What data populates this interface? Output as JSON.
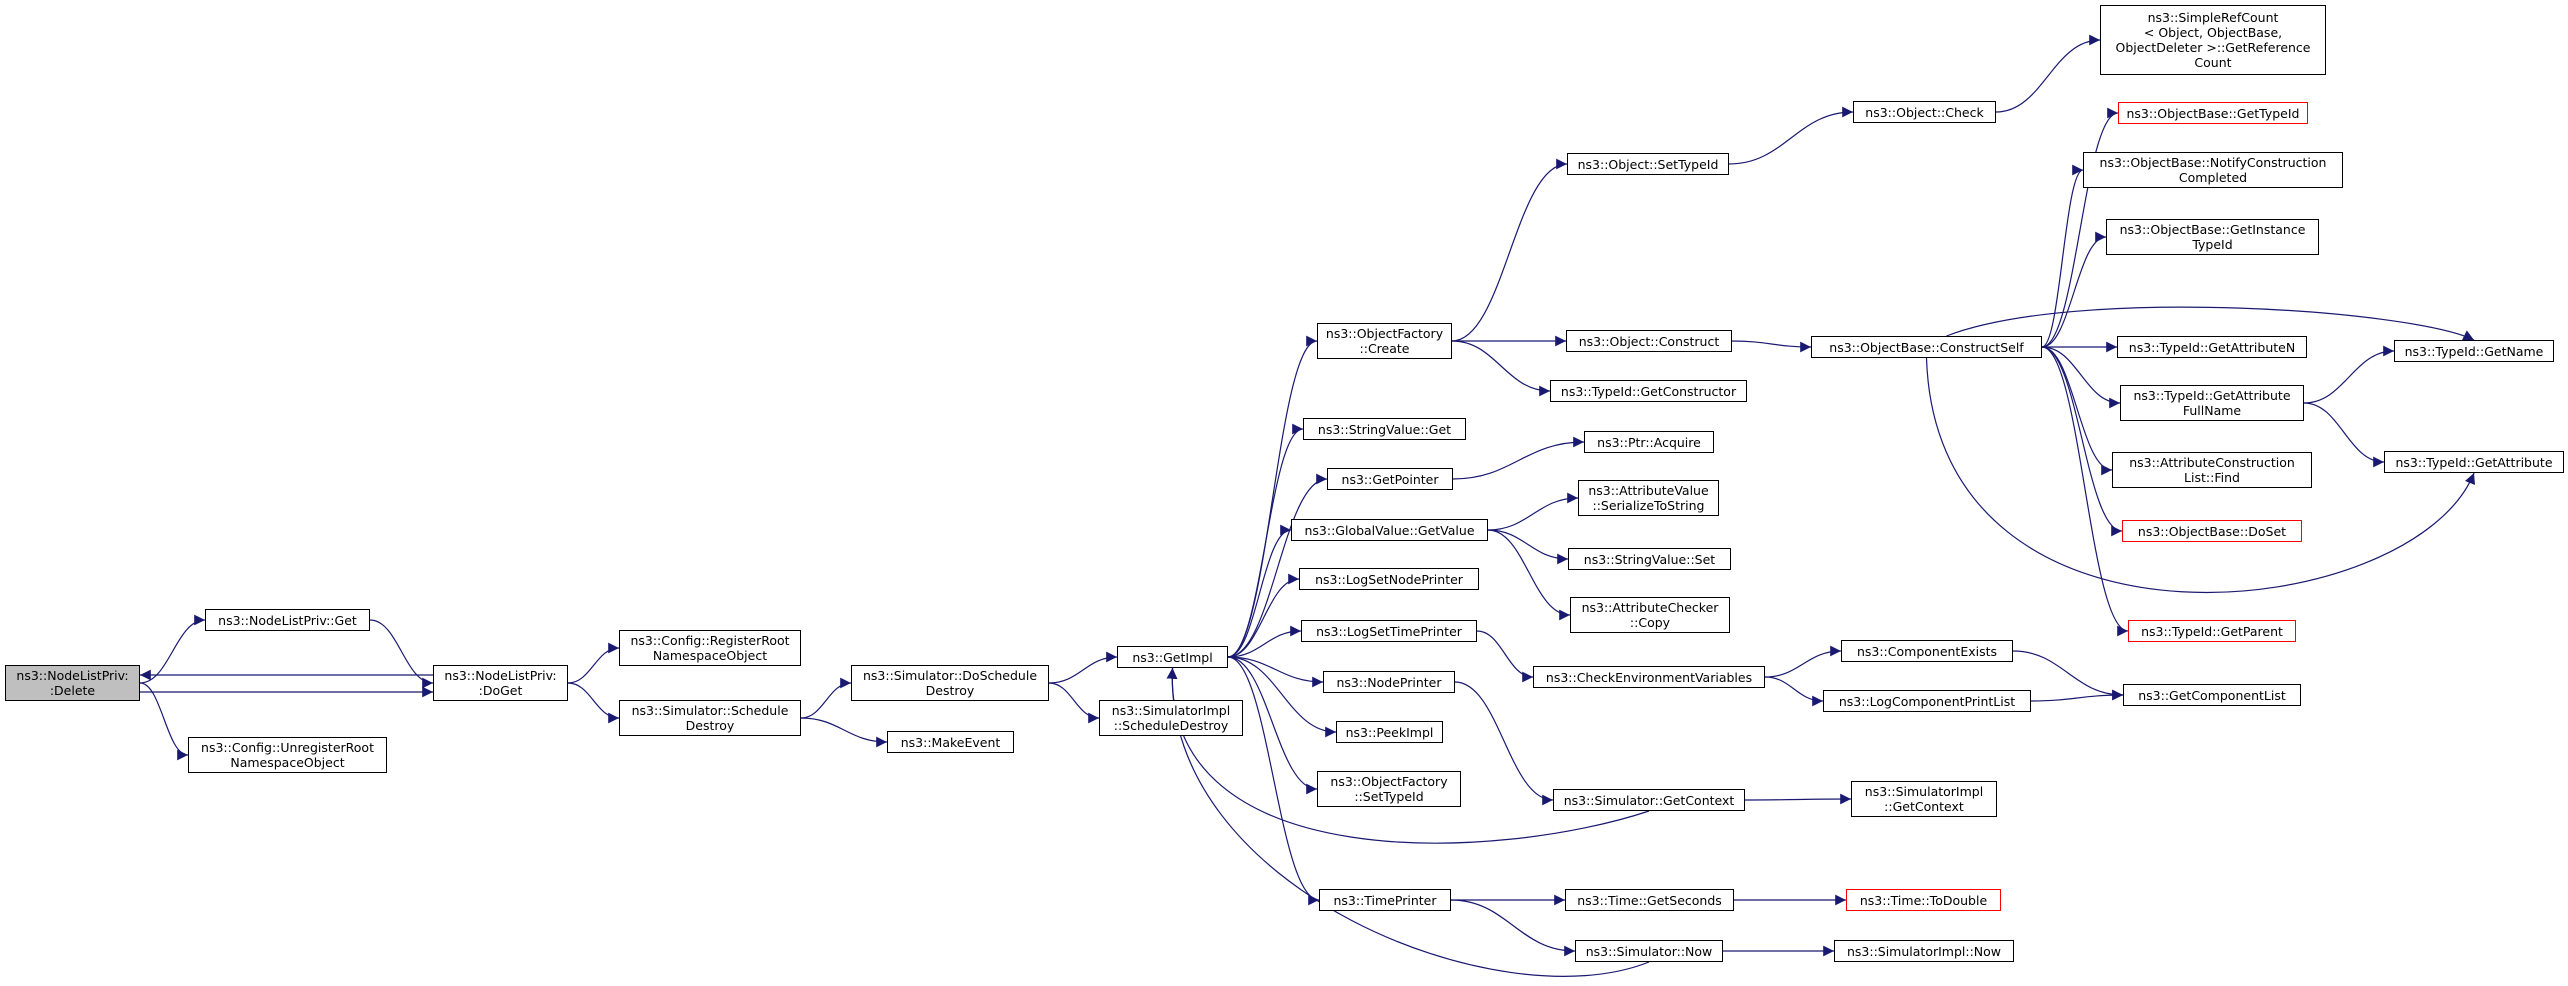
{
  "graph": {
    "edge_color": "#191970",
    "nodes": [
      {
        "id": "delete",
        "label": "ns3::NodeListPriv:\n:Delete",
        "style": "grey"
      },
      {
        "id": "nlp_get",
        "label": "ns3::NodeListPriv::Get"
      },
      {
        "id": "doget",
        "label": "ns3::NodeListPriv:\n:DoGet"
      },
      {
        "id": "unreg",
        "label": "ns3::Config::UnregisterRoot\nNamespaceObject"
      },
      {
        "id": "reg",
        "label": "ns3::Config::RegisterRoot\nNamespaceObject"
      },
      {
        "id": "sched",
        "label": "ns3::Simulator::Schedule\nDestroy"
      },
      {
        "id": "makeevent",
        "label": "ns3::MakeEvent"
      },
      {
        "id": "dosched",
        "label": "ns3::Simulator::DoSchedule\nDestroy"
      },
      {
        "id": "simimpl_sd",
        "label": "ns3::SimulatorImpl\n::ScheduleDestroy"
      },
      {
        "id": "getimpl",
        "label": "ns3::GetImpl"
      },
      {
        "id": "of_create",
        "label": "ns3::ObjectFactory\n::Create"
      },
      {
        "id": "sv_get",
        "label": "ns3::StringValue::Get"
      },
      {
        "id": "getpointer",
        "label": "ns3::GetPointer"
      },
      {
        "id": "gv_getvalue",
        "label": "ns3::GlobalValue::GetValue"
      },
      {
        "id": "lsnp",
        "label": "ns3::LogSetNodePrinter"
      },
      {
        "id": "lstp",
        "label": "ns3::LogSetTimePrinter"
      },
      {
        "id": "nodeprinter",
        "label": "ns3::NodePrinter"
      },
      {
        "id": "peekimpl",
        "label": "ns3::PeekImpl"
      },
      {
        "id": "of_settypeid",
        "label": "ns3::ObjectFactory\n::SetTypeId"
      },
      {
        "id": "timeprinter",
        "label": "ns3::TimePrinter"
      },
      {
        "id": "obj_settypeid",
        "label": "ns3::Object::SetTypeId"
      },
      {
        "id": "obj_construct",
        "label": "ns3::Object::Construct"
      },
      {
        "id": "tid_getctor",
        "label": "ns3::TypeId::GetConstructor"
      },
      {
        "id": "ptr_acquire",
        "label": "ns3::Ptr::Acquire"
      },
      {
        "id": "av_serialize",
        "label": "ns3::AttributeValue\n::SerializeToString"
      },
      {
        "id": "sv_set",
        "label": "ns3::StringValue::Set"
      },
      {
        "id": "ac_copy",
        "label": "ns3::AttributeChecker\n::Copy"
      },
      {
        "id": "checkenv",
        "label": "ns3::CheckEnvironmentVariables"
      },
      {
        "id": "sim_getctx",
        "label": "ns3::Simulator::GetContext"
      },
      {
        "id": "time_getsec",
        "label": "ns3::Time::GetSeconds"
      },
      {
        "id": "sim_now",
        "label": "ns3::Simulator::Now"
      },
      {
        "id": "obj_check",
        "label": "ns3::Object::Check"
      },
      {
        "id": "srefcount",
        "label": "ns3::SimpleRefCount\n< Object, ObjectBase,\n ObjectDeleter >::GetReference\nCount"
      },
      {
        "id": "ob_constructself",
        "label": "ns3::ObjectBase::ConstructSelf"
      },
      {
        "id": "ob_gettypeid",
        "label": "ns3::ObjectBase::GetTypeId",
        "style": "red"
      },
      {
        "id": "ob_notify",
        "label": "ns3::ObjectBase::NotifyConstruction\nCompleted"
      },
      {
        "id": "ob_getinst",
        "label": "ns3::ObjectBase::GetInstance\nTypeId"
      },
      {
        "id": "tid_getattrn",
        "label": "ns3::TypeId::GetAttributeN"
      },
      {
        "id": "tid_getattrfull",
        "label": "ns3::TypeId::GetAttribute\nFullName"
      },
      {
        "id": "acl_find",
        "label": "ns3::AttributeConstruction\nList::Find"
      },
      {
        "id": "ob_doset",
        "label": "ns3::ObjectBase::DoSet",
        "style": "red"
      },
      {
        "id": "tid_getparent",
        "label": "ns3::TypeId::GetParent",
        "style": "red"
      },
      {
        "id": "tid_getname",
        "label": "ns3::TypeId::GetName"
      },
      {
        "id": "tid_getattr",
        "label": "ns3::TypeId::GetAttribute"
      },
      {
        "id": "compexists",
        "label": "ns3::ComponentExists"
      },
      {
        "id": "lcpl",
        "label": "ns3::LogComponentPrintList"
      },
      {
        "id": "getcomplist",
        "label": "ns3::GetComponentList"
      },
      {
        "id": "simimpl_getctx",
        "label": "ns3::SimulatorImpl\n::GetContext"
      },
      {
        "id": "time_todouble",
        "label": "ns3::Time::ToDouble",
        "style": "red"
      },
      {
        "id": "simimpl_now",
        "label": "ns3::SimulatorImpl::Now"
      }
    ],
    "edges": [
      [
        "delete",
        "nlp_get"
      ],
      [
        "delete",
        "doget"
      ],
      [
        "doget",
        "delete"
      ],
      [
        "delete",
        "unreg"
      ],
      [
        "nlp_get",
        "doget"
      ],
      [
        "doget",
        "reg"
      ],
      [
        "doget",
        "sched"
      ],
      [
        "sched",
        "dosched"
      ],
      [
        "sched",
        "makeevent"
      ],
      [
        "dosched",
        "getimpl"
      ],
      [
        "dosched",
        "simimpl_sd"
      ],
      [
        "getimpl",
        "of_create"
      ],
      [
        "getimpl",
        "sv_get"
      ],
      [
        "getimpl",
        "getpointer"
      ],
      [
        "getimpl",
        "gv_getvalue"
      ],
      [
        "getimpl",
        "lsnp"
      ],
      [
        "getimpl",
        "lstp"
      ],
      [
        "getimpl",
        "nodeprinter"
      ],
      [
        "getimpl",
        "peekimpl"
      ],
      [
        "getimpl",
        "of_settypeid"
      ],
      [
        "getimpl",
        "timeprinter"
      ],
      [
        "sim_getctx",
        "getimpl"
      ],
      [
        "sim_now",
        "getimpl"
      ],
      [
        "of_create",
        "obj_settypeid"
      ],
      [
        "of_create",
        "obj_construct"
      ],
      [
        "of_create",
        "tid_getctor"
      ],
      [
        "obj_settypeid",
        "obj_check"
      ],
      [
        "obj_check",
        "srefcount"
      ],
      [
        "obj_construct",
        "ob_constructself"
      ],
      [
        "getpointer",
        "ptr_acquire"
      ],
      [
        "gv_getvalue",
        "av_serialize"
      ],
      [
        "gv_getvalue",
        "sv_set"
      ],
      [
        "gv_getvalue",
        "ac_copy"
      ],
      [
        "lstp",
        "checkenv"
      ],
      [
        "nodeprinter",
        "sim_getctx"
      ],
      [
        "timeprinter",
        "time_getsec"
      ],
      [
        "timeprinter",
        "sim_now"
      ],
      [
        "checkenv",
        "compexists"
      ],
      [
        "checkenv",
        "lcpl"
      ],
      [
        "compexists",
        "getcomplist"
      ],
      [
        "lcpl",
        "getcomplist"
      ],
      [
        "sim_getctx",
        "simimpl_getctx"
      ],
      [
        "time_getsec",
        "time_todouble"
      ],
      [
        "sim_now",
        "simimpl_now"
      ],
      [
        "ob_constructself",
        "ob_gettypeid"
      ],
      [
        "ob_constructself",
        "ob_notify"
      ],
      [
        "ob_constructself",
        "ob_getinst"
      ],
      [
        "ob_constructself",
        "tid_getname"
      ],
      [
        "ob_constructself",
        "tid_getattrn"
      ],
      [
        "ob_constructself",
        "tid_getattrfull"
      ],
      [
        "ob_constructself",
        "acl_find"
      ],
      [
        "ob_constructself",
        "ob_doset"
      ],
      [
        "ob_constructself",
        "tid_getparent"
      ],
      [
        "ob_constructself",
        "tid_getattr"
      ],
      [
        "tid_getattrfull",
        "tid_getname"
      ],
      [
        "tid_getattrfull",
        "tid_getattr"
      ]
    ]
  }
}
